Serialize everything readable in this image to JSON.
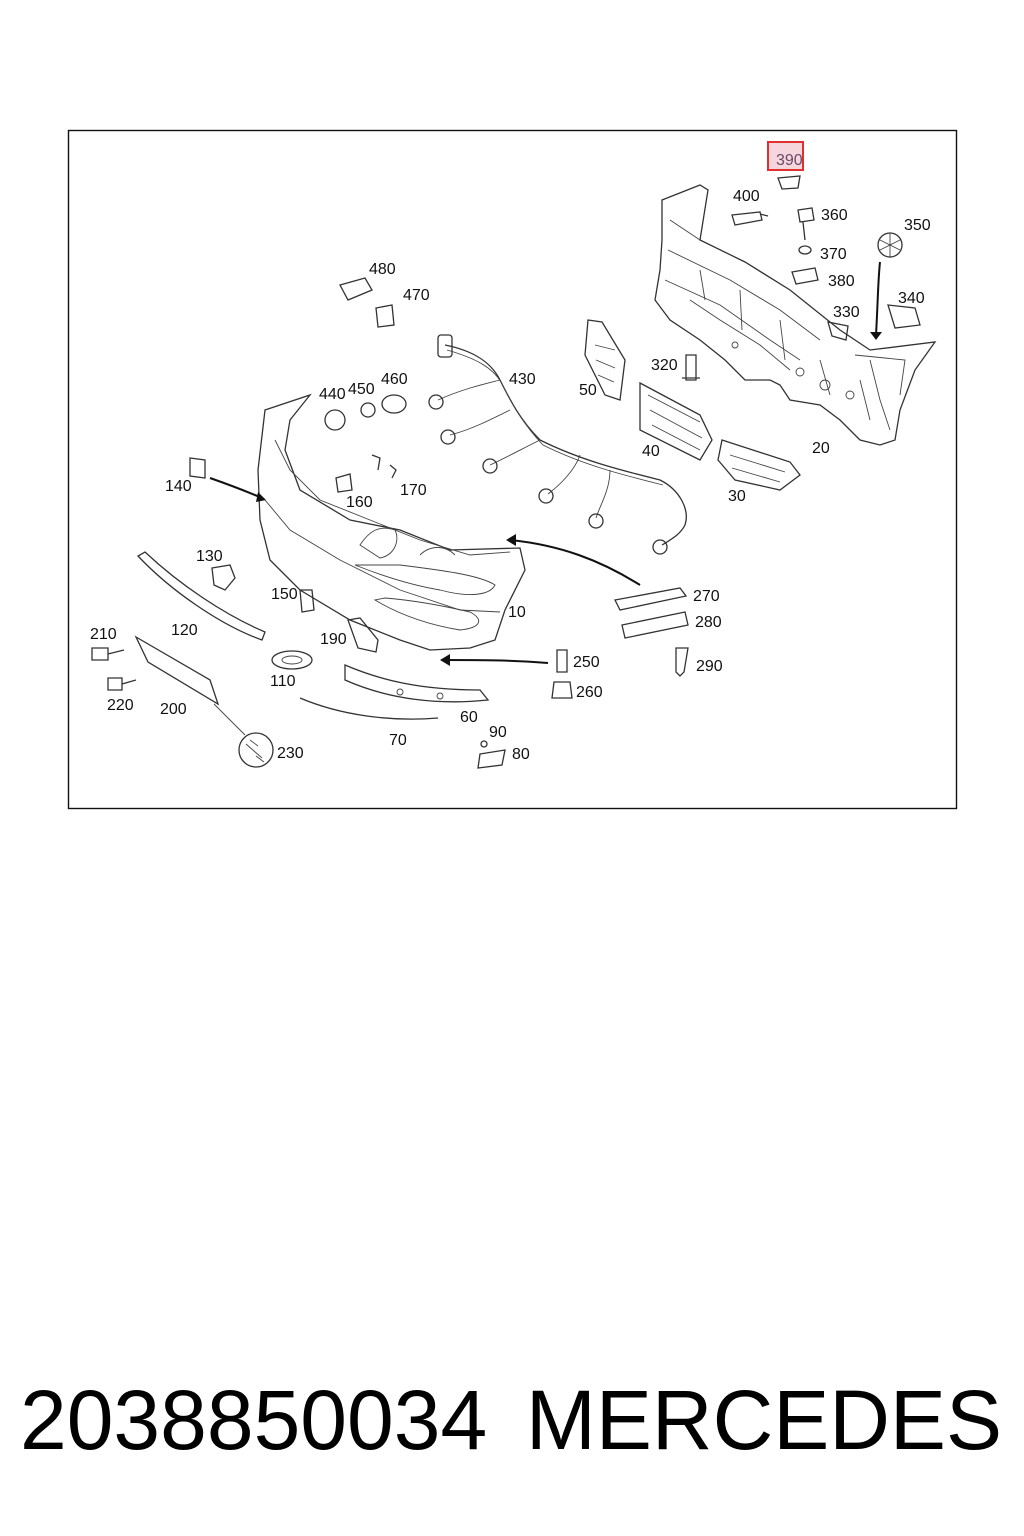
{
  "diagram": {
    "highlight_color": "#e03030",
    "parts": [
      {
        "id": "390",
        "highlighted": true
      },
      {
        "id": "400"
      },
      {
        "id": "360"
      },
      {
        "id": "350"
      },
      {
        "id": "370"
      },
      {
        "id": "380"
      },
      {
        "id": "330"
      },
      {
        "id": "340"
      },
      {
        "id": "480"
      },
      {
        "id": "470"
      },
      {
        "id": "320"
      },
      {
        "id": "440"
      },
      {
        "id": "450"
      },
      {
        "id": "460"
      },
      {
        "id": "430"
      },
      {
        "id": "50"
      },
      {
        "id": "40"
      },
      {
        "id": "20"
      },
      {
        "id": "30"
      },
      {
        "id": "140"
      },
      {
        "id": "160"
      },
      {
        "id": "170"
      },
      {
        "id": "130"
      },
      {
        "id": "150"
      },
      {
        "id": "270"
      },
      {
        "id": "280"
      },
      {
        "id": "10"
      },
      {
        "id": "120"
      },
      {
        "id": "210"
      },
      {
        "id": "190"
      },
      {
        "id": "250"
      },
      {
        "id": "290"
      },
      {
        "id": "110"
      },
      {
        "id": "260"
      },
      {
        "id": "220"
      },
      {
        "id": "200"
      },
      {
        "id": "60"
      },
      {
        "id": "70"
      },
      {
        "id": "90"
      },
      {
        "id": "80"
      },
      {
        "id": "230"
      }
    ]
  },
  "caption": {
    "part_number": "2038850034",
    "brand": "MERCEDES"
  }
}
